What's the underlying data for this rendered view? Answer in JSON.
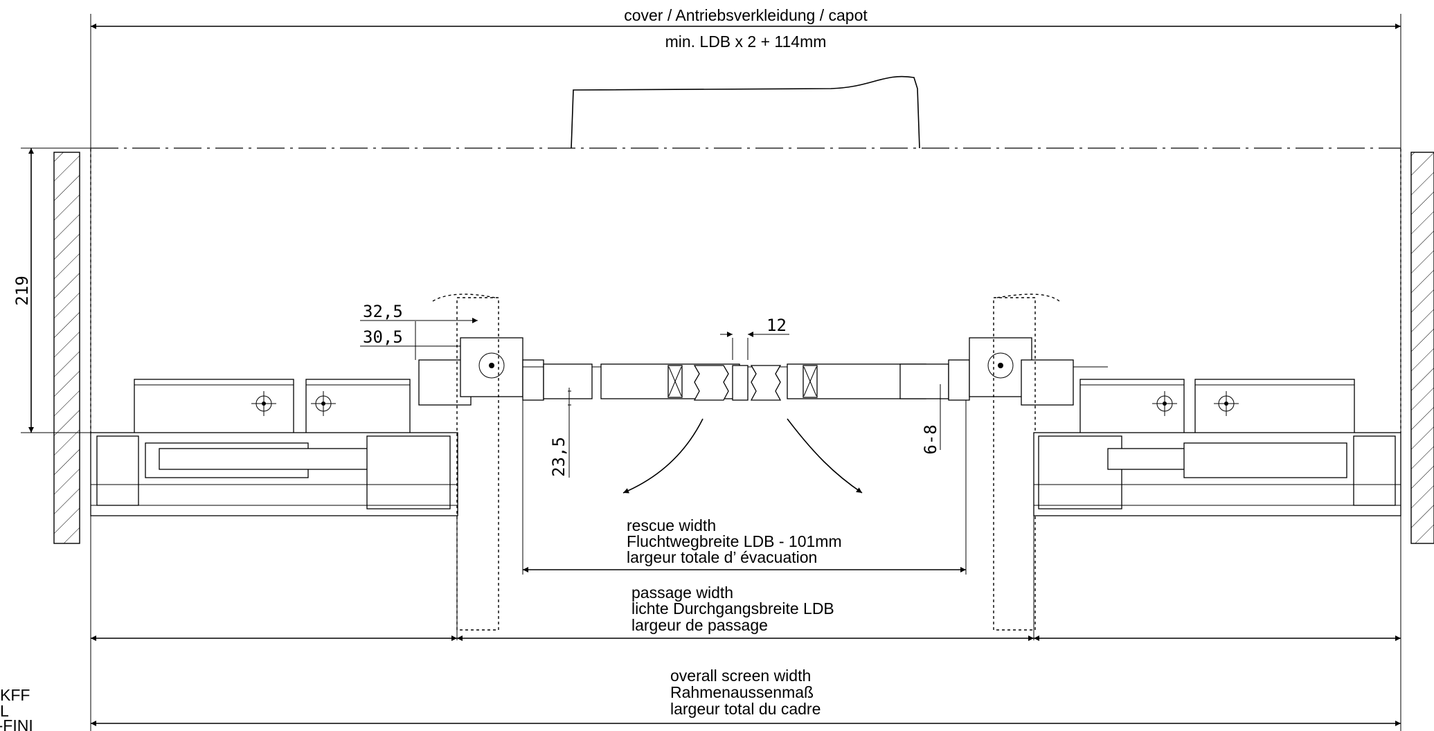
{
  "labels": {
    "cover_title": "cover / Antriebsverkleidung / capot",
    "cover_formula": "min. LDB x 2 + 114mm",
    "rescue_1": "rescue width",
    "rescue_2": "Fluchtwegbreite LDB - 101mm",
    "rescue_3": "largeur totale d’ évacuation",
    "passage_1": "passage width",
    "passage_2": "lichte Durchgangsbreite LDB",
    "passage_3": "largeur de passage",
    "overall_1": "overall screen width",
    "overall_2": "Rahmenaussenmaß",
    "overall_3": "largeur total du cadre",
    "corner_1": "KFF",
    "corner_2": "L",
    "corner_3": "N-FINI"
  },
  "dimensions": {
    "height": "219",
    "d_32_5": "32,5",
    "d_30_5": "30,5",
    "d_12": "12",
    "d_23_5": "23,5",
    "d_6_8": "6-8"
  }
}
